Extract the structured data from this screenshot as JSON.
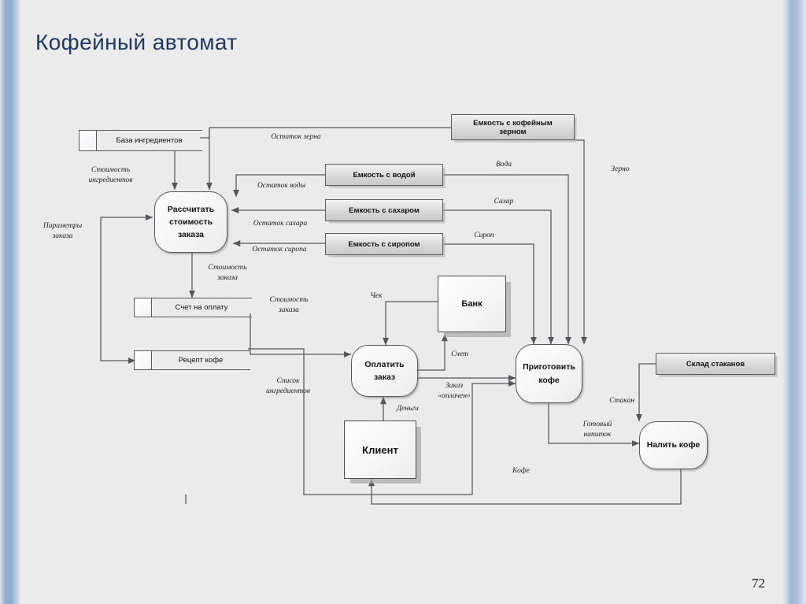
{
  "slide": {
    "title": "Кофейный автомат",
    "page_number": "72",
    "background_color": "#ebebeb",
    "title_color": "#1f3864",
    "accent_color": "#8fabcb"
  },
  "diagram": {
    "type": "data-flow-diagram",
    "processes": [
      {
        "id": "calc",
        "label": "Рассчитать\nстоимость\nзаказа"
      },
      {
        "id": "pay",
        "label": "Оплатить\nзаказ"
      },
      {
        "id": "brew",
        "label": "Приготовить\nкофе"
      },
      {
        "id": "pour",
        "label": "Налить кофе"
      }
    ],
    "entities": [
      {
        "id": "bank",
        "label": "Банк"
      },
      {
        "id": "client",
        "label": "Клиент"
      }
    ],
    "tanks": [
      {
        "id": "bean-tank",
        "label": "Емкость с кофейным\nзерном"
      },
      {
        "id": "water-tank",
        "label": "Емкость с водой"
      },
      {
        "id": "sugar-tank",
        "label": "Емкость с сахаром"
      },
      {
        "id": "syrup-tank",
        "label": "Емкость с сиропом"
      },
      {
        "id": "cup-store",
        "label": "Склад стаканов"
      }
    ],
    "stores": [
      {
        "id": "ingredients-db",
        "label": "База ингредиентов"
      },
      {
        "id": "invoice",
        "label": "Счет на оплату"
      },
      {
        "id": "recipe",
        "label": "Рецепт кофе"
      }
    ],
    "flows": [
      {
        "id": "f-ingredient-cost",
        "label": "Стоимость\nингредиентов"
      },
      {
        "id": "f-order-params",
        "label": "Параметры\nзаказа"
      },
      {
        "id": "f-bean-left",
        "label": "Остаток зерна"
      },
      {
        "id": "f-water-left",
        "label": "Остаток воды"
      },
      {
        "id": "f-sugar-left",
        "label": "Остаток сахара"
      },
      {
        "id": "f-syrup-left",
        "label": "Остаток сиропа"
      },
      {
        "id": "f-water",
        "label": "Вода"
      },
      {
        "id": "f-sugar",
        "label": "Сахар"
      },
      {
        "id": "f-syrup",
        "label": "Сироп"
      },
      {
        "id": "f-bean",
        "label": "Зерно"
      },
      {
        "id": "f-order-cost-1",
        "label": "Стоимость\nзаказа"
      },
      {
        "id": "f-order-cost-2",
        "label": "Стоимость\nзаказа"
      },
      {
        "id": "f-ingredient-list",
        "label": "Список\nингредиентов"
      },
      {
        "id": "f-check",
        "label": "Чек"
      },
      {
        "id": "f-invoice",
        "label": "Счет"
      },
      {
        "id": "f-order-paid",
        "label": "Заказ\n«оплачен»"
      },
      {
        "id": "f-money",
        "label": "Деньги"
      },
      {
        "id": "f-ready-drink",
        "label": "Готовый\nнапиток"
      },
      {
        "id": "f-cup",
        "label": "Стакан"
      },
      {
        "id": "f-coffee",
        "label": "Кофе"
      }
    ]
  }
}
